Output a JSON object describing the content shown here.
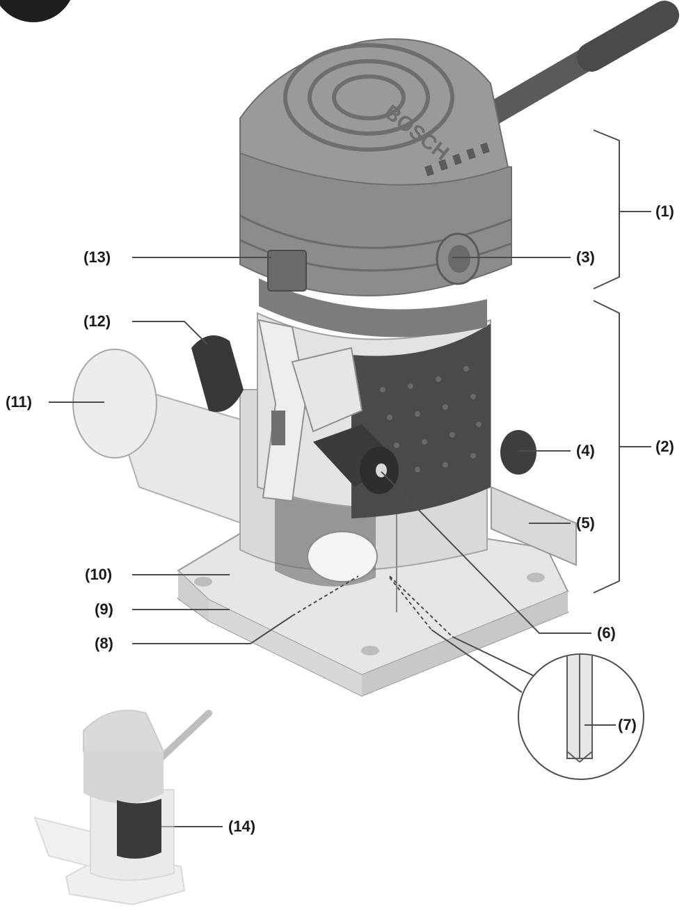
{
  "diagram": {
    "brand_mark": "BOSCH",
    "callouts": [
      {
        "id": "c1",
        "label": "(1)"
      },
      {
        "id": "c2",
        "label": "(2)"
      },
      {
        "id": "c3",
        "label": "(3)"
      },
      {
        "id": "c4",
        "label": "(4)"
      },
      {
        "id": "c5",
        "label": "(5)"
      },
      {
        "id": "c6",
        "label": "(6)"
      },
      {
        "id": "c7",
        "label": "(7)"
      },
      {
        "id": "c8",
        "label": "(8)"
      },
      {
        "id": "c9",
        "label": "(9)"
      },
      {
        "id": "c10",
        "label": "(10)"
      },
      {
        "id": "c11",
        "label": "(11)"
      },
      {
        "id": "c12",
        "label": "(12)"
      },
      {
        "id": "c13",
        "label": "(13)"
      },
      {
        "id": "c14",
        "label": "(14)"
      }
    ]
  },
  "colors": {
    "motor_housing": "#8c8c8c",
    "motor_top": "#9a9a9a",
    "grip": "#4a4a4a",
    "knob": "#3c3c3c",
    "light_plastic": "#e4e4e4",
    "base": "#dcdcdc",
    "cable": "#5a5a5a",
    "leader_line": "#4d4d4d",
    "label_text": "#1a1a1a"
  },
  "icons": [
    "router-tool-illustration",
    "router-bit-detail-illustration",
    "router-thumbnail-illustration"
  ]
}
